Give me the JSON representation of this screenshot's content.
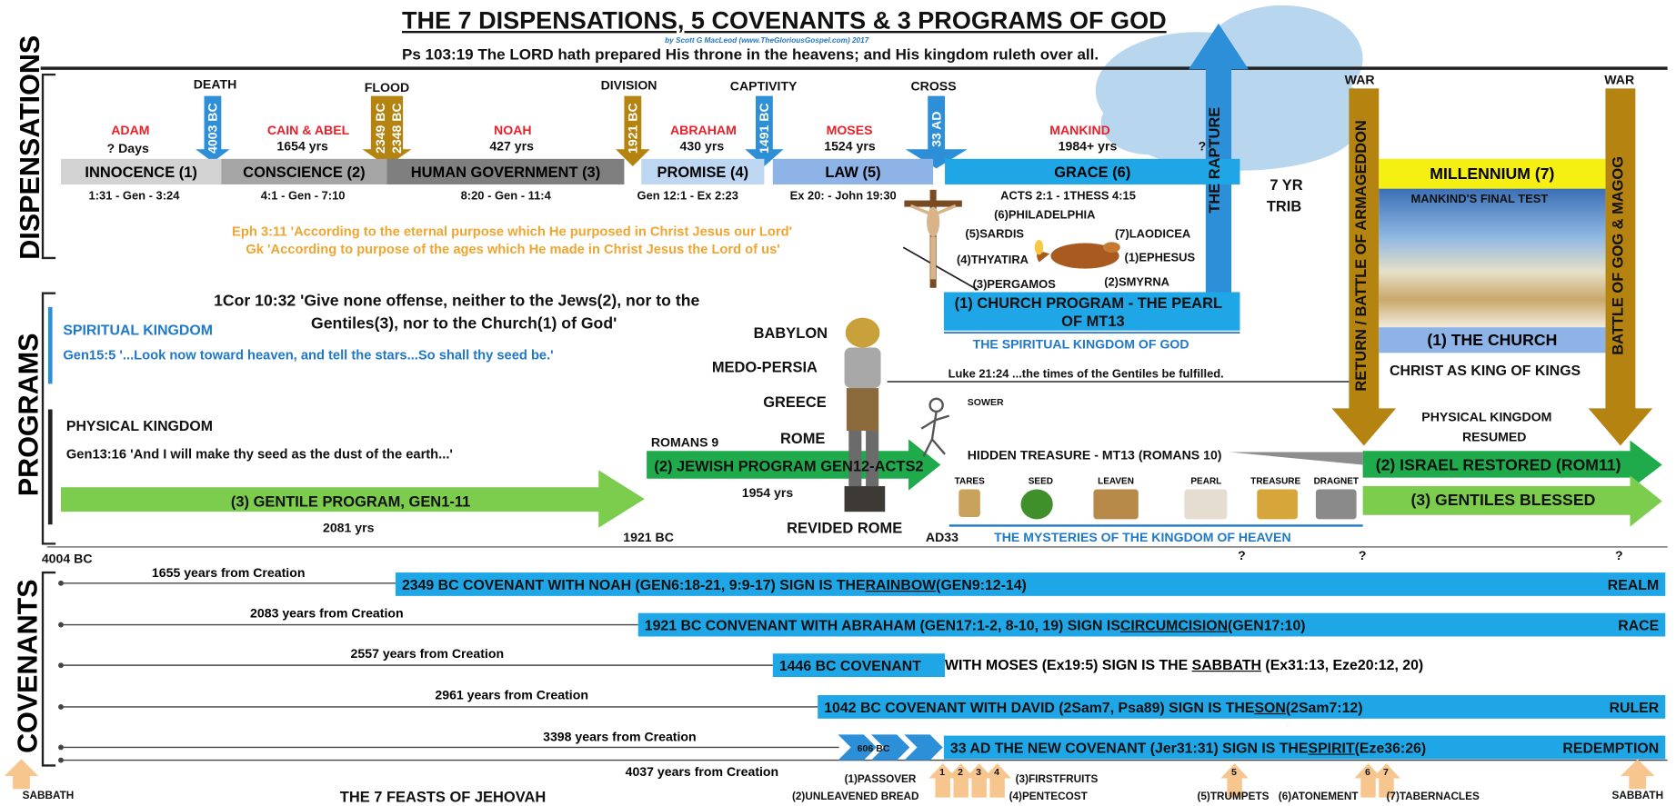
{
  "header": {
    "title": "THE 7 DISPENSATIONS, 5 COVENANTS & 3 PROGRAMS OF GOD",
    "byline": "by Scott G MacLeod (www.TheGloriousGospel.com) 2017",
    "verse": "Ps 103:19  The LORD hath prepared His throne in the heavens; and His kingdom ruleth over all."
  },
  "sections": {
    "dispensations": "DISPENSATIONS",
    "programs": "PROGRAMS",
    "covenants": "COVENANTS"
  },
  "events": {
    "death": "DEATH",
    "flood": "FLOOD",
    "division": "DIVISION",
    "captivity": "CAPTIVITY",
    "cross": "CROSS",
    "death_date": "4003 BC",
    "flood_date1": "2349 BC",
    "flood_date2": "2348 BC",
    "division_date": "1921 BC",
    "captivity_date": "1491 BC",
    "cross_date": "33 AD",
    "rapture": "THE RAPTURE",
    "trib1": "7 YR",
    "trib2": "TRIB",
    "war1": "WAR",
    "war2": "WAR",
    "armageddon": "RETURN / BATTLE OF ARMAGEDDON",
    "gog": "BATTLE OF GOG & MAGOG",
    "q1": "?",
    "q2": "?",
    "q3": "?",
    "q4": "?"
  },
  "dispensations": {
    "adam": "ADAM",
    "adam_dur": "? Days",
    "innocence": "INNOCENCE (1)",
    "innocence_ref": "1:31 - Gen - 3:24",
    "cain": "CAIN & ABEL",
    "cain_dur": "1654 yrs",
    "conscience": "CONSCIENCE (2)",
    "conscience_ref": "4:1 - Gen - 7:10",
    "noah": "NOAH",
    "noah_dur": "427 yrs",
    "human": "HUMAN GOVERNMENT (3)",
    "human_ref": "8:20 - Gen - 11:4",
    "abraham": "ABRAHAM",
    "abraham_dur": "430 yrs",
    "promise": "PROMISE (4)",
    "promise_ref": "Gen 12:1 - Ex 2:23",
    "moses": "MOSES",
    "moses_dur": "1524 yrs",
    "law": "LAW (5)",
    "law_ref": "Ex 20: - John 19:30",
    "mankind": "MANKIND",
    "mankind_dur": "1984+ yrs",
    "grace": "GRACE (6)",
    "grace_ref": "ACTS 2:1 - 1THESS 4:15",
    "millennium": "MILLENNIUM (7)",
    "final_test": "MANKIND'S FINAL TEST"
  },
  "eph": {
    "line1": "Eph 3:11 'According to the eternal purpose which He purposed in Christ Jesus our Lord'",
    "line2": "Gk 'According to purpose of the ages which He made in Christ Jesus the Lord of us'"
  },
  "churches": {
    "philadelphia": "(6)PHILADELPHIA",
    "sardis": "(5)SARDIS",
    "laodicea": "(7)LAODICEA",
    "thyatira": "(4)THYATIRA",
    "ephesus": "(1)EPHESUS",
    "pergamos": "(3)PERGAMOS",
    "smyrna": "(2)SMYRNA"
  },
  "programs": {
    "cor_line1": "1Cor 10:32 'Give none offense, neither to the Jews(2), nor to the",
    "cor_line2": "Gentiles(3), nor to the Church(1) of God'",
    "spiritual": "SPIRITUAL KINGDOM",
    "gen15": "Gen15:5 '...Look now toward heaven, and tell the stars...So shall thy seed be.'",
    "physical": "PHYSICAL KINGDOM",
    "gen13": "Gen13:16 'And I will make thy seed as the dust of the earth...'",
    "church_prog1": "(1) CHURCH PROGRAM - THE PEARL",
    "church_prog2": "OF MT13",
    "spiritual_kog": "THE SPIRITUAL KINGDOM OF GOD",
    "the_church": "(1) THE CHURCH",
    "christ_king": "CHRIST AS KING OF KINGS",
    "luke": "Luke 21:24 ...the times of the Gentiles be fulfilled.",
    "phys_resumed1": "PHYSICAL KINGDOM",
    "phys_resumed2": "RESUMED",
    "babylon": "BABYLON",
    "medo": "MEDO-PERSIA",
    "greece": "GREECE",
    "rome": "ROME",
    "revided": "REVIDED ROME",
    "romans9": "ROMANS 9",
    "jewish": "(2) JEWISH PROGRAM GEN12-ACTS2",
    "jewish_dur": "1954 yrs",
    "sower": "SOWER",
    "hidden": "HIDDEN TREASURE - MT13 (ROMANS 10)",
    "israel": "(2) ISRAEL RESTORED (ROM11)",
    "gentile": "(3) GENTILE PROGRAM, GEN1-11",
    "gentile_dur": "2081 yrs",
    "gentiles_blessed": "(3) GENTILES BLESSED",
    "mysteries": "THE MYSTERIES OF THE KINGDOM OF HEAVEN",
    "p_tares": "TARES",
    "p_seed": "SEED",
    "p_leaven": "LEAVEN",
    "p_pearl": "PEARL",
    "p_treasure": "TREASURE",
    "p_dragnet": "DRAGNET",
    "bc4004": "4004 BC",
    "bc1921": "1921 BC",
    "ad33": "AD33"
  },
  "covenants": {
    "noah_years": "1655 years from Creation",
    "noah_bar": "2349 BC  COVENANT WITH NOAH (GEN6:18-21, 9:9-17)  SIGN IS THE ",
    "noah_sign": "RAINBOW",
    "noah_ref": " (GEN9:12-14)",
    "noah_tag": "REALM",
    "abraham_years": "2083 years from Creation",
    "abraham_bar": "1921 BC  CONVENANT WITH ABRAHAM (GEN17:1-2, 8-10, 19)  SIGN IS ",
    "abraham_sign": "CIRCUMCISION",
    "abraham_ref": " (GEN17:10)",
    "abraham_tag": "RACE",
    "moses_years": "2557 years from Creation",
    "moses_bar": "1446 BC   COVENANT",
    "moses_rest": " WITH MOSES (Ex19:5)   SIGN IS THE ",
    "moses_sign": "SABBATH",
    "moses_ref": " (Ex31:13, Eze20:12, 20)",
    "david_years": "2961 years from Creation",
    "david_bar": "1042 BC  COVENANT WITH DAVID (2Sam7, Psa89)  SIGN IS THE ",
    "david_sign": "SON",
    "david_ref": " (2Sam7:12)",
    "david_tag": "RULER",
    "new_years": "3398 years from Creation",
    "new_date": "606 BC",
    "new_bar": "33 AD  THE NEW COVENANT (Jer31:31)  SIGN IS THE ",
    "new_sign": "SPIRIT",
    "new_ref": " (Eze36:26)",
    "new_tag": "REDEMPTION",
    "last_years": "4037 years from Creation"
  },
  "feasts": {
    "sabbath_left": "SABBATH",
    "title": "THE 7 FEASTS OF JEHOVAH",
    "sabbath_right": "SABBATH",
    "passover": "(1)PASSOVER",
    "unleavened": "(2)UNLEAVENED BREAD",
    "firstfruits": "(3)FIRSTFRUITS",
    "pentecost": "(4)PENTECOST",
    "trumpets": "(5)TRUMPETS",
    "atonement": "(6)ATONEMENT",
    "tabernacles": "(7)TABERNACLES",
    "n1": "1",
    "n2": "2",
    "n3": "3",
    "n4": "4",
    "n5": "5",
    "n6": "6",
    "n7": "7"
  },
  "colors": {
    "blue_bar": "#1fa6e6",
    "arrow_blue": "#2c8fd8",
    "arrow_gold": "#b58310",
    "green_light": "#7ccc4e",
    "green_dark": "#1faa4c",
    "yellow": "#f6ef12",
    "grey_dark": "#7f7f7f",
    "grey_mid": "#a5a5a5",
    "grey_light": "#d2d2d2",
    "law_blue": "#8eb3e6",
    "peach": "#f7c68f",
    "orange_text": "#f0a531",
    "red_text": "#e8202a"
  }
}
